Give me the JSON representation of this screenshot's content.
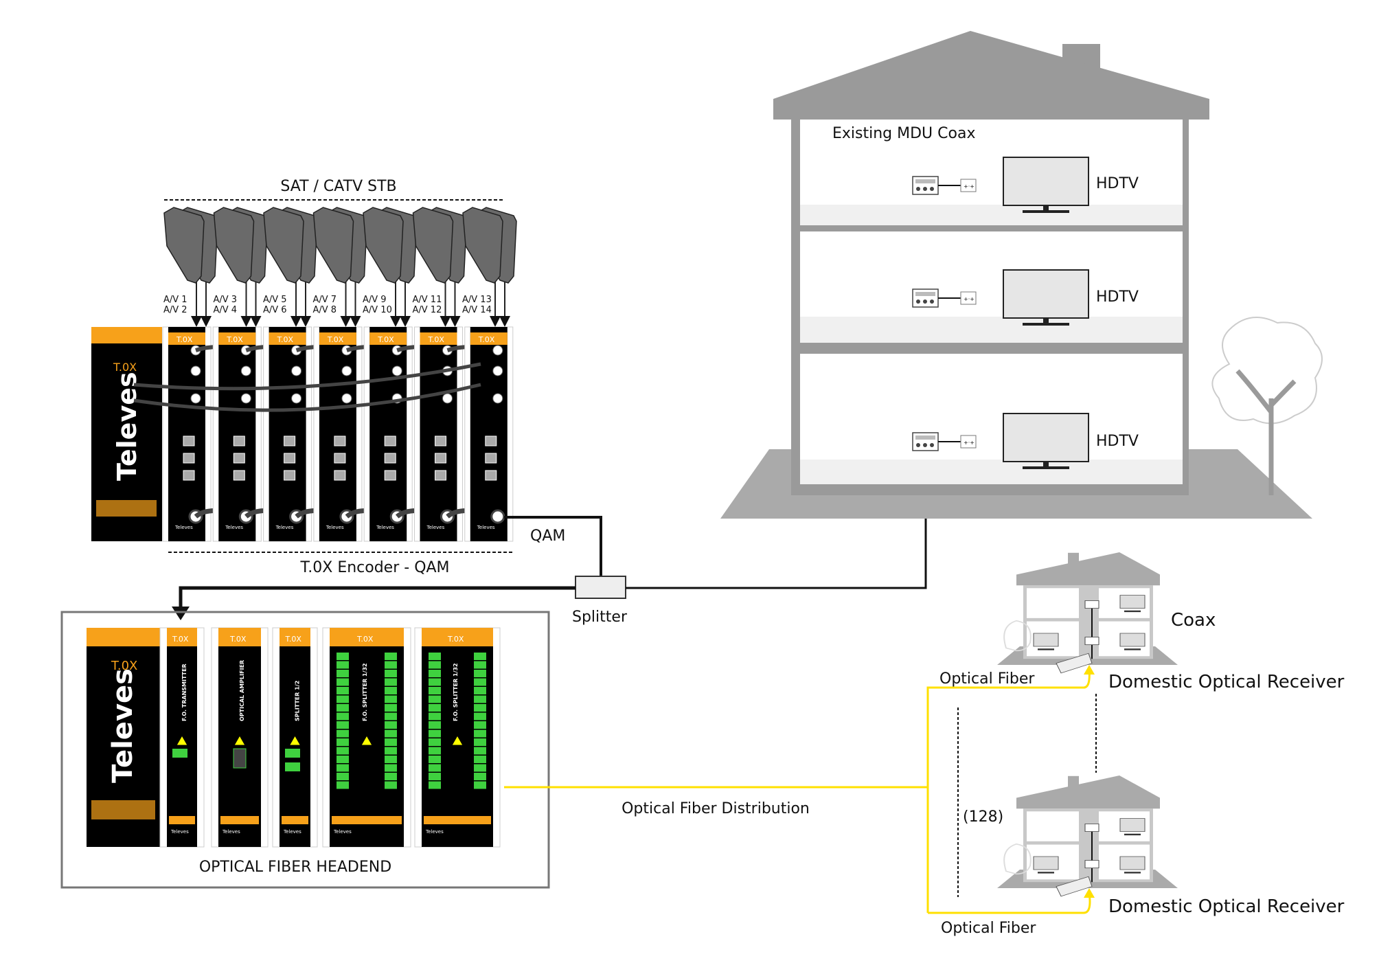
{
  "labels": {
    "stb_title": "SAT / CATV STB",
    "encoder_title": "T.0X Encoder - QAM",
    "qam": "QAM",
    "splitter": "Splitter",
    "headend_title": "OPTICAL FIBER HEADEND",
    "distribution": "Optical Fiber Distribution",
    "mdu_title": "Existing MDU Coax",
    "hdtv": [
      "HDTV",
      "HDTV",
      "HDTV"
    ],
    "coax": "Coax",
    "optical_fiber_top": "Optical Fiber",
    "optical_fiber_bottom": "Optical Fiber",
    "receiver_top": "Domestic Optical Receiver",
    "receiver_bottom": "Domestic Optical Receiver",
    "count": "(128)"
  },
  "stb_channels": [
    [
      "A/V 1",
      "A/V 2"
    ],
    [
      "A/V 3",
      "A/V 4"
    ],
    [
      "A/V 5",
      "A/V 6"
    ],
    [
      "A/V 7",
      "A/V 8"
    ],
    [
      "A/V 9",
      "A/V 10"
    ],
    [
      "A/V 11",
      "A/V 12"
    ],
    [
      "A/V 13",
      "A/V 14"
    ]
  ],
  "brand": {
    "name": "Televes",
    "logo": "T.0X"
  },
  "headend_modules": [
    "F.O. TRANSMITTER",
    "OPTICAL AMPLIFIER",
    "SPLITTER 1/2",
    "F.O. SPLITTER 1/32",
    "F.O. SPLITTER 1/32"
  ],
  "colors": {
    "orange": "#f7a11a",
    "fiber_yellow": "#ffe000",
    "connector_green": "#3fd13f",
    "house_gray": "#9a9a9a"
  }
}
